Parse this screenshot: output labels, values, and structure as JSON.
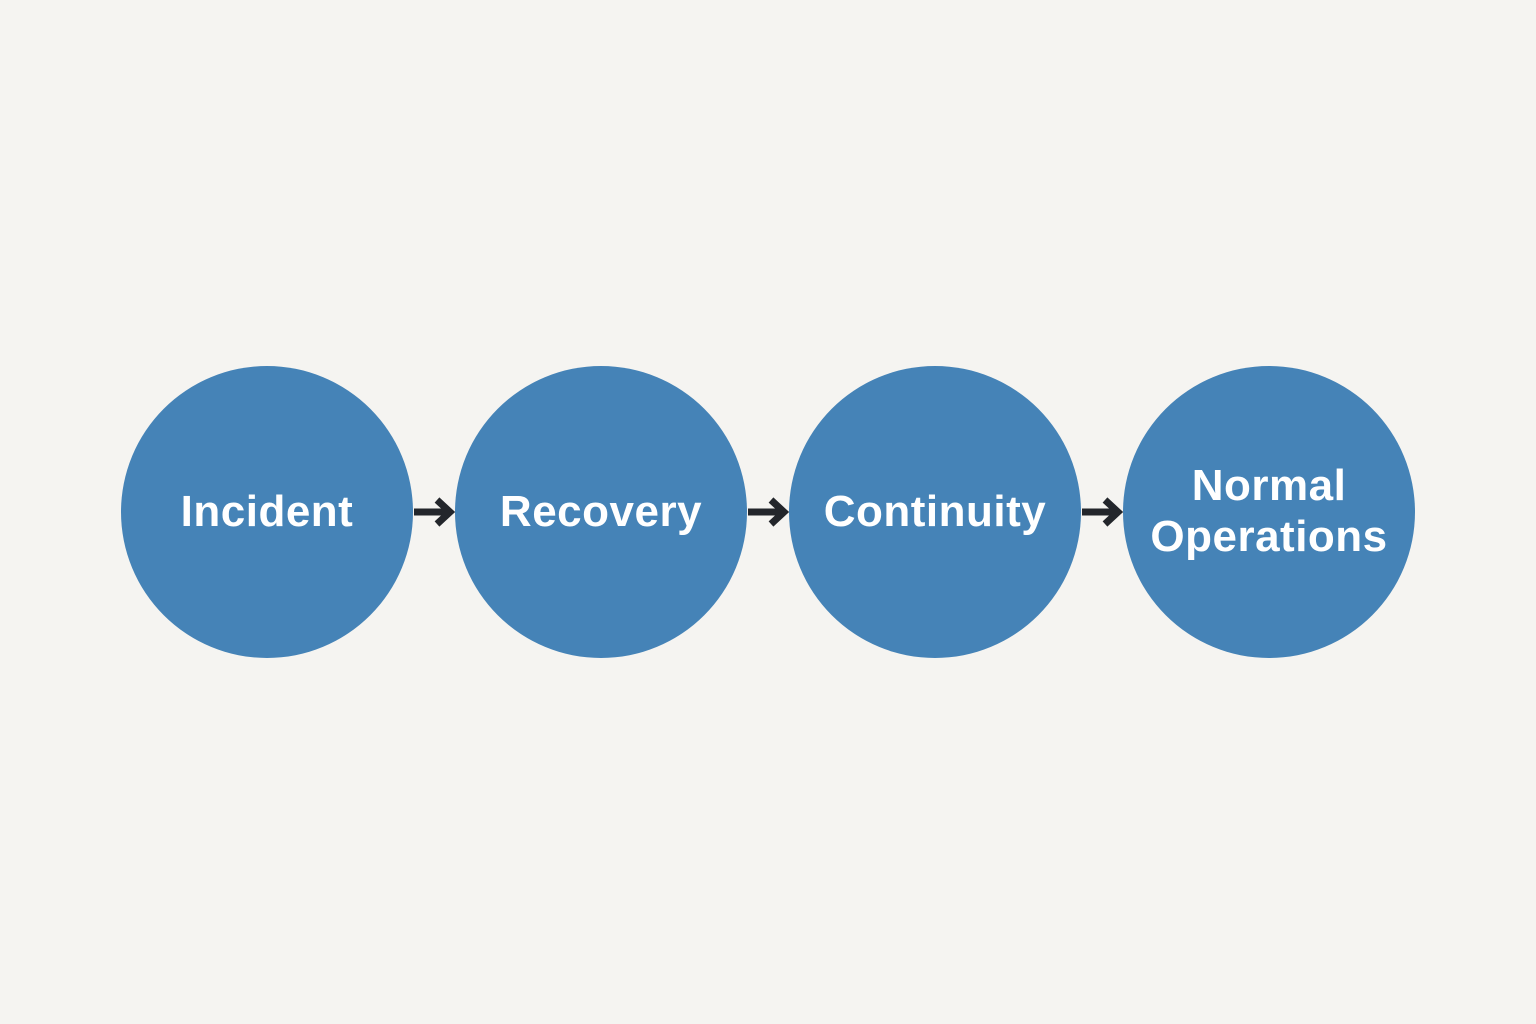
{
  "diagram": {
    "type": "flow",
    "direction": "left-to-right",
    "nodes": [
      {
        "label": "Incident"
      },
      {
        "label": "Recovery"
      },
      {
        "label": "Continuity"
      },
      {
        "label": "Normal Operations"
      }
    ],
    "connectors": [
      {
        "from": "Incident",
        "to": "Recovery",
        "icon": "arrow-right-icon"
      },
      {
        "from": "Recovery",
        "to": "Continuity",
        "icon": "arrow-right-icon"
      },
      {
        "from": "Continuity",
        "to": "Normal Operations",
        "icon": "arrow-right-icon"
      }
    ],
    "colors": {
      "background": "#f5f4f1",
      "node_fill": "#4583b7",
      "node_text": "#ffffff",
      "arrow": "#23262b"
    }
  }
}
